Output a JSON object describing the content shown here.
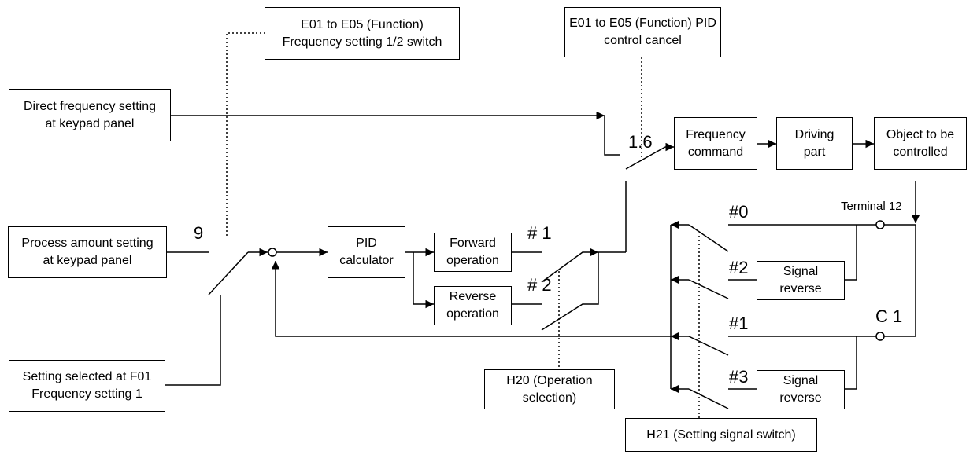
{
  "boxes": {
    "e01_freq_switch": "E01 to E05 (Function)\nFrequency setting 1/2 switch",
    "e01_pid_cancel": "E01 to E05 (Function) PID\ncontrol cancel",
    "direct_freq": "Direct frequency setting\nat keypad panel",
    "process_amount": "Process amount setting\nat keypad panel",
    "setting_f01": "Setting selected at F01\nFrequency setting 1",
    "pid_calc": "PID\ncalculator",
    "forward_op": "Forward\noperation",
    "reverse_op": "Reverse\noperation",
    "freq_command": "Frequency\ncommand",
    "driving_part": "Driving\npart",
    "object": "Object to be\ncontrolled",
    "h20": "H20 (Operation\nselection)",
    "signal_rev_1": "Signal\nreverse",
    "signal_rev_2": "Signal\nreverse",
    "h21": "H21 (Setting signal switch)"
  },
  "labels": {
    "nine": "9",
    "one_six": "1.6",
    "sharp1_fwd": "# 1",
    "sharp2_rev": "# 2",
    "h0": "#0",
    "h2": "#2",
    "h1": "#1",
    "h3": "#3",
    "terminal12": "Terminal 12",
    "c1": "C 1"
  }
}
